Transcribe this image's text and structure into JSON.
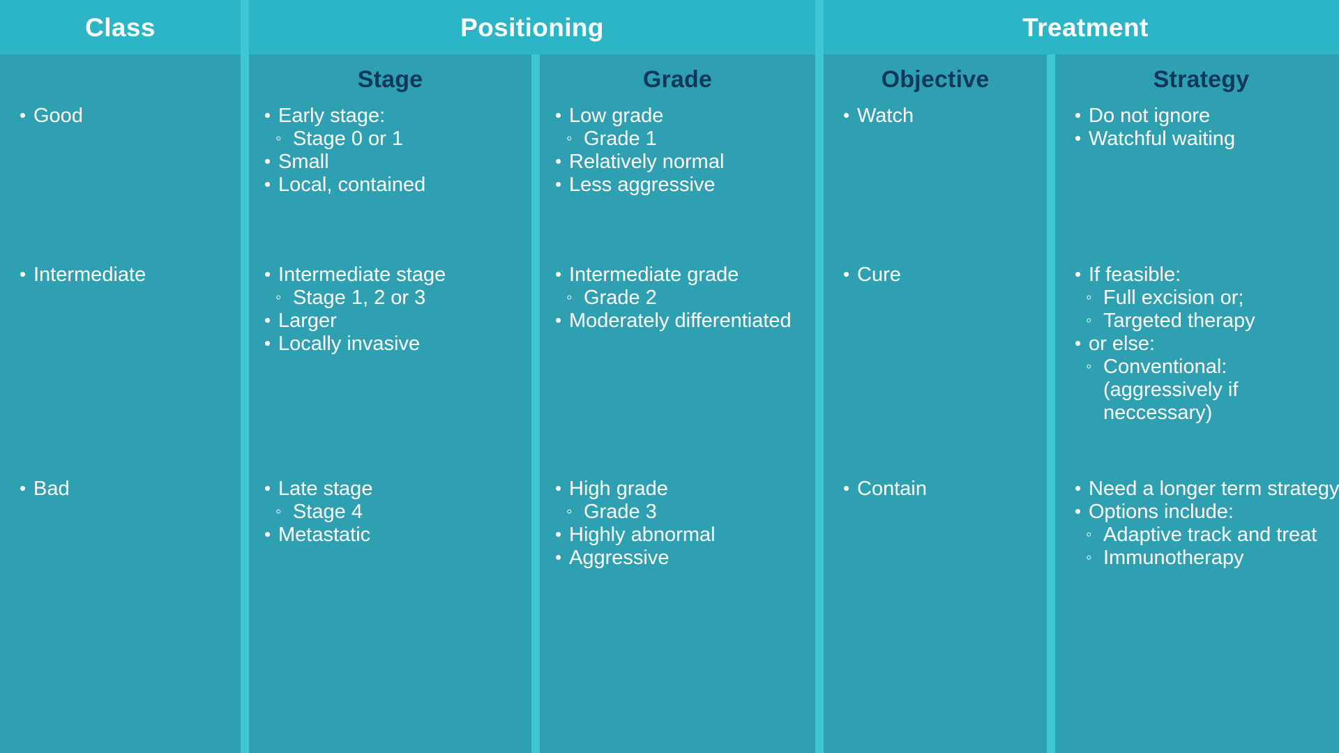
{
  "colors": {
    "header_band": "#2cb5c6",
    "column_body": "#2fa0b2",
    "divider": "#3fc6d4",
    "header_text": "#ffffff",
    "subheader_text": "#10375c",
    "body_text": "#ffffff"
  },
  "group_headers": [
    {
      "label": "Class"
    },
    {
      "label": "Positioning"
    },
    {
      "label": "Treatment"
    }
  ],
  "columns": {
    "class": {
      "subheader": "",
      "rows": [
        {
          "items": [
            {
              "level": 1,
              "text": "Good"
            }
          ]
        },
        {
          "items": [
            {
              "level": 1,
              "text": "Intermediate"
            }
          ]
        },
        {
          "items": [
            {
              "level": 1,
              "text": "Bad"
            }
          ]
        }
      ]
    },
    "stage": {
      "subheader": "Stage",
      "rows": [
        {
          "items": [
            {
              "level": 1,
              "text": "Early stage:"
            },
            {
              "level": 2,
              "text": "Stage 0 or 1"
            },
            {
              "level": 1,
              "text": "Small"
            },
            {
              "level": 1,
              "text": "Local, contained"
            }
          ]
        },
        {
          "items": [
            {
              "level": 1,
              "text": "Intermediate stage"
            },
            {
              "level": 2,
              "text": "Stage 1, 2 or 3"
            },
            {
              "level": 1,
              "text": "Larger"
            },
            {
              "level": 1,
              "text": "Locally invasive"
            }
          ]
        },
        {
          "items": [
            {
              "level": 1,
              "text": "Late stage"
            },
            {
              "level": 2,
              "text": "Stage 4"
            },
            {
              "level": 1,
              "text": "Metastatic"
            }
          ]
        }
      ]
    },
    "grade": {
      "subheader": "Grade",
      "rows": [
        {
          "items": [
            {
              "level": 1,
              "text": "Low grade"
            },
            {
              "level": 2,
              "text": "Grade 1"
            },
            {
              "level": 1,
              "text": "Relatively normal"
            },
            {
              "level": 1,
              "text": "Less aggressive"
            }
          ]
        },
        {
          "items": [
            {
              "level": 1,
              "text": "Intermediate grade"
            },
            {
              "level": 2,
              "text": "Grade 2"
            },
            {
              "level": 1,
              "text": "Moderately differentiated"
            }
          ]
        },
        {
          "items": [
            {
              "level": 1,
              "text": "High grade"
            },
            {
              "level": 2,
              "text": "Grade 3"
            },
            {
              "level": 1,
              "text": "Highly abnormal"
            },
            {
              "level": 1,
              "text": "Aggressive"
            }
          ]
        }
      ]
    },
    "objective": {
      "subheader": "Objective",
      "rows": [
        {
          "items": [
            {
              "level": 1,
              "text": "Watch"
            }
          ]
        },
        {
          "items": [
            {
              "level": 1,
              "text": "Cure"
            }
          ]
        },
        {
          "items": [
            {
              "level": 1,
              "text": "Contain"
            }
          ]
        }
      ]
    },
    "strategy": {
      "subheader": "Strategy",
      "rows": [
        {
          "items": [
            {
              "level": 1,
              "text": "Do not ignore"
            },
            {
              "level": 1,
              "text": "Watchful waiting"
            }
          ]
        },
        {
          "items": [
            {
              "level": 1,
              "text": "If feasible:"
            },
            {
              "level": 2,
              "text": "Full excision or;"
            },
            {
              "level": 2,
              "text": "Targeted therapy"
            },
            {
              "level": 1,
              "text": "or else:"
            },
            {
              "level": 2,
              "text": "Conventional: (aggressively if neccessary)"
            }
          ]
        },
        {
          "items": [
            {
              "level": 1,
              "text": "Need a longer term strategy"
            },
            {
              "level": 1,
              "text": "Options include:"
            },
            {
              "level": 2,
              "text": "Adaptive track and treat"
            },
            {
              "level": 2,
              "text": "Immunotherapy"
            }
          ]
        }
      ]
    }
  }
}
